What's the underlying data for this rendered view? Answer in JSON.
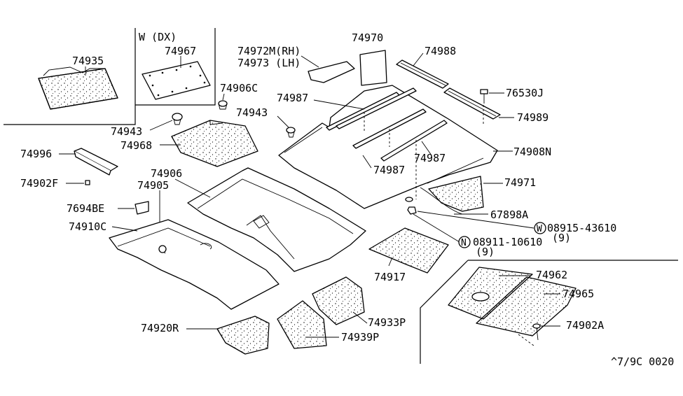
{
  "diagram": {
    "inset_title": "W (DX)",
    "footer_code": "^7/9C 0020",
    "labels": {
      "p74935": "74935",
      "p74967": "74967",
      "p74906C": "74906C",
      "p74943a": "74943",
      "p74968": "74968",
      "p74972M": "74972M(RH)",
      "p74973": "74973  (LH)",
      "p74970": "74970",
      "p74988": "74988",
      "p76530J": "76530J",
      "p74989": "74989",
      "p74987a": "74987",
      "p74943b": "74943",
      "p74908N": "74908N",
      "p74987b": "74987",
      "p74987c": "74987",
      "p74996": "74996",
      "p74902F": "74902F",
      "p74906": "74906",
      "p74905": "74905",
      "p74971": "74971",
      "p76948E": "7694BE",
      "p67898A": "67898A",
      "p74910C": "74910C",
      "p08915": "08915-43610",
      "p08915q": "(9)",
      "p08911": "08911-10610",
      "p08911q": "(9)",
      "p74917": "74917",
      "p74962": "74962",
      "p74965": "74965",
      "p74933P": "74933P",
      "p74920R": "74920R",
      "p74902A": "74902A",
      "p74939P": "74939P",
      "sym_w": "W",
      "sym_n": "N"
    }
  }
}
